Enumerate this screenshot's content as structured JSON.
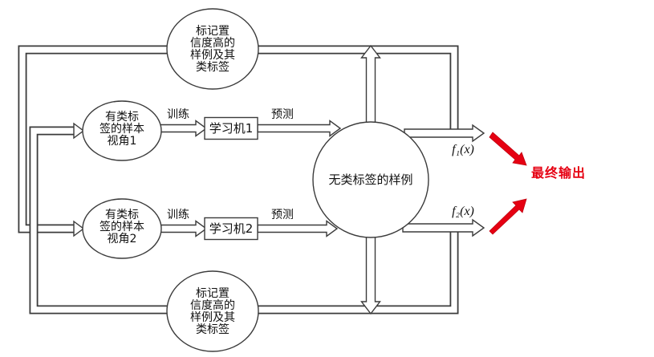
{
  "diagram": {
    "nodes": {
      "top_feedback": {
        "lines": [
          "标记置",
          "信度高的",
          "样例及其",
          "类标签"
        ]
      },
      "bottom_feedback": {
        "lines": [
          "标记置",
          "信度高的",
          "样例及其",
          "类标签"
        ]
      },
      "view1": {
        "lines": [
          "有类标",
          "签的样本",
          "视角1"
        ]
      },
      "view2": {
        "lines": [
          "有类标",
          "签的样本",
          "视角2"
        ]
      },
      "learner1": "学习机1",
      "learner2": "学习机2",
      "unlabeled_pool": "无类标签的样例"
    },
    "edge_labels": {
      "train1": "训练",
      "train2": "训练",
      "predict1": "预测",
      "predict2": "预测"
    },
    "outputs": {
      "f1": "f₁(x)",
      "f2": "f₂(x)",
      "final": "最终输出"
    },
    "colors": {
      "line": "#3b3b3b",
      "shape_fill": "#ffffff",
      "accent_red": "#e60012",
      "text": "#111111"
    }
  }
}
